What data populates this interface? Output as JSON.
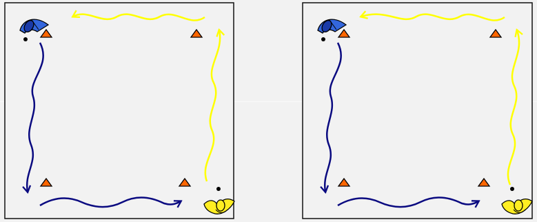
{
  "colors": {
    "background": "#f2f2f2",
    "frame": "#111111",
    "yellow_path": "#ffff00",
    "blue_path": "#0a0a80",
    "cone": "#ff6600",
    "blue_player": "#3366dd",
    "yellow_player": "#ffee22"
  },
  "panels": [
    {
      "id": "left",
      "cones": 4,
      "players": [
        "blue-player-top-left",
        "yellow-player-bottom-right"
      ],
      "paths": [
        "yellow-path-right-side-and-top",
        "blue-path-left-side-and-bottom"
      ]
    },
    {
      "id": "right",
      "cones": 4,
      "players": [
        "blue-player-top-left",
        "yellow-player-bottom-right"
      ],
      "paths": [
        "yellow-path-right-side-and-top",
        "blue-path-left-side-and-bottom"
      ]
    }
  ],
  "icons": {
    "cone": "triangle-cone-icon",
    "player": "player-figure-icon",
    "ball": "ball-dot-icon"
  }
}
